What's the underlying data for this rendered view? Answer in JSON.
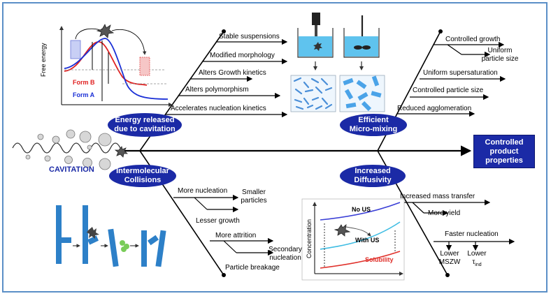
{
  "main_outcome": [
    "Controlled",
    "product",
    "properties"
  ],
  "cavitation_label": "CAVITATION",
  "categories": {
    "energy": [
      "Energy released",
      "due to cavitation"
    ],
    "micromixing": [
      "Efficient",
      "Micro-mixing"
    ],
    "collisions": [
      "Intermolecular",
      "Collisions"
    ],
    "diffusivity": [
      "Increased",
      "Diffusivity"
    ]
  },
  "energy_branches": [
    "Stable suspensions",
    "Modified morphology",
    "Alters Growth kinetics",
    "Alters polymorphism",
    "Accelerates nucleation kinetics"
  ],
  "micromixing_branches": {
    "controlled_growth": "Controlled growth",
    "uniform_size": [
      "Uniform",
      "particle size"
    ],
    "uniform_supersaturation": "Uniform supersaturation",
    "controlled_size": "Controlled particle size",
    "reduced_agglomeration": "Reduced agglomeration"
  },
  "collision_branches": {
    "more_nucleation": "More nucleation",
    "smaller_particles": [
      "Smaller",
      "particles"
    ],
    "lesser_growth": "Lesser growth",
    "more_attrition": "More attrition",
    "secondary_nucleation": [
      "Secondary",
      "nucleation"
    ],
    "particle_breakage": "Particle breakage"
  },
  "diffusivity_branches": {
    "mass_transfer": "Increased mass transfer",
    "more_yield": "More yield",
    "faster_nucleation": "Faster nucleation",
    "lower_mszw": [
      "Lower",
      "MSZW"
    ],
    "lower_tind": [
      "Lower",
      "τ",
      "ind"
    ]
  },
  "energy_plot": {
    "ylabel": "Free energy",
    "form_b": "Form B",
    "form_a": "Form A"
  },
  "conc_plot": {
    "ylabel": "Concentration",
    "no_us": "No US",
    "with_us": "With US",
    "solubility": "Solubility"
  },
  "colors": {
    "oval": "#1b2aa6",
    "frame": "#5b8fc7",
    "form_a": "#1a2fd6",
    "form_b": "#e02020",
    "vessel_liquid": "#5fc3ee",
    "crystal": "#4aa3e8"
  }
}
